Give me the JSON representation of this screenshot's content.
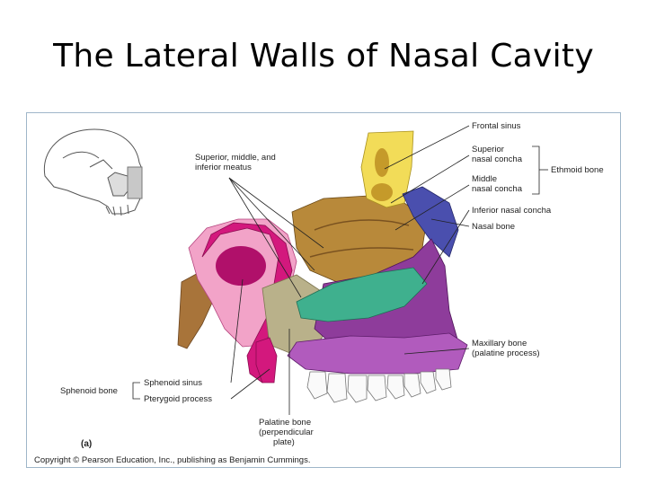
{
  "slide": {
    "title": "The Lateral Walls of Nasal Cavity"
  },
  "figure": {
    "panel_letter": "(a)",
    "copyright": "Copyright © Pearson Education, Inc., publishing as Benjamin Cummings.",
    "labels": {
      "frontal_sinus": "Frontal sinus",
      "superior_concha_1": "Superior",
      "superior_concha_2": "nasal concha",
      "middle_concha_1": "Middle",
      "middle_concha_2": "nasal concha",
      "ethmoid_bone": "Ethmoid bone",
      "inferior_concha": "Inferior nasal concha",
      "nasal_bone": "Nasal bone",
      "meatus_1": "Superior, middle, and",
      "meatus_2": "inferior meatus",
      "maxillary_1": "Maxillary bone",
      "maxillary_2": "(palatine process)",
      "sphenoid_sinus": "Sphenoid sinus",
      "sphenoid_bone": "Sphenoid bone",
      "pterygoid": "Pterygoid process",
      "palatine_1": "Palatine bone",
      "palatine_2": "(perpendicular",
      "palatine_3": "plate)"
    },
    "colors": {
      "frontal": "#f2dc58",
      "ethmoid": "#b8893a",
      "nasal_bone": "#4a4fae",
      "inferior_concha": "#3fb08e",
      "maxilla": "#8e3c9b",
      "sphenoid": "#d3187d",
      "sphenoid_pink": "#f2a3c8",
      "palatine": "#b9b18a",
      "occipital": "#a8743a"
    }
  }
}
